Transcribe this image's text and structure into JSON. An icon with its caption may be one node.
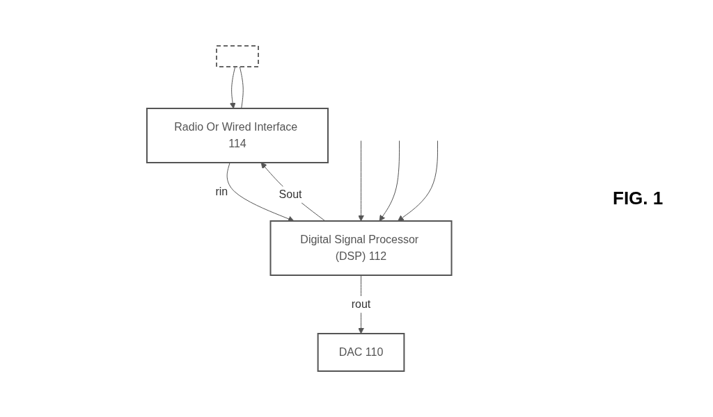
{
  "diagram": {
    "nodes": [
      {
        "text": [],
        "shape": "box"
      },
      {
        "text": [
          "Radio Or Wired Interface 114"
        ]
      },
      {
        "text": [
          "Digital Signal Processor (DSP) 112"
        ]
      },
      {
        "text": [
          "DAC 110"
        ]
      }
    ],
    "edges": [
      {
        "from": 1,
        "to": 0,
        "arrow": "none"
      },
      {
        "from": 0,
        "to": 1,
        "arrow": "to"
      },
      {
        "from": 2,
        "to": 1,
        "label": "Sout",
        "arrow": "to"
      },
      {
        "from": 1,
        "to": 2,
        "label": "rin",
        "arrow": "to"
      },
      {
        "from": null,
        "to": 2,
        "arrow": "to"
      },
      {
        "from": null,
        "to": 2,
        "arrow": "to"
      },
      {
        "from": null,
        "to": 2,
        "arrow": "to"
      },
      {
        "from": 2,
        "to": 3,
        "label": "rout",
        "arrow": "to"
      }
    ],
    "labels": [
      "FIG. 1"
    ]
  }
}
